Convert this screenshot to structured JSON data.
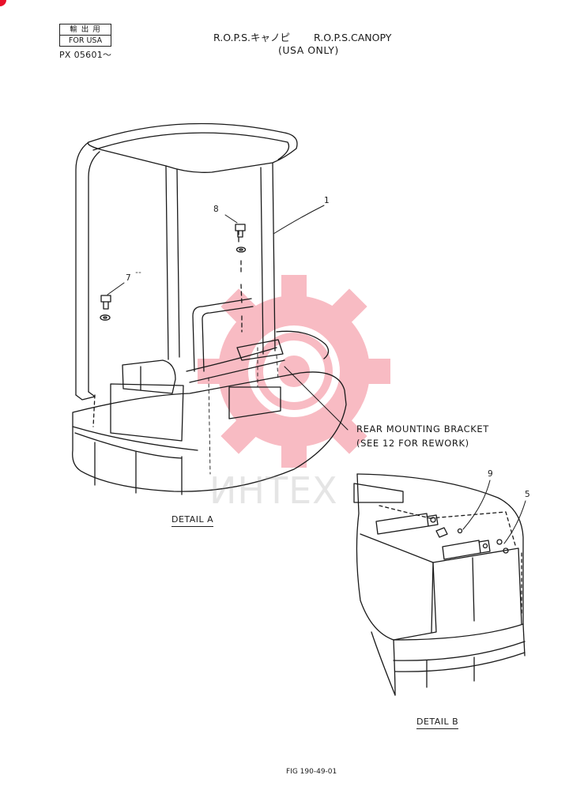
{
  "header": {
    "stamp_jp": "輸出用",
    "stamp_en": "FOR USA",
    "serial": "PX 05601～",
    "title_jp": "R.O.P.S.キャノピ",
    "title_en": "R.O.P.S.CANOPY",
    "subtitle": "(USA  ONLY)"
  },
  "callouts": {
    "c1": "1",
    "c5": "5",
    "c7": "7",
    "c8": "8",
    "c9": "9"
  },
  "note": {
    "line1": "REAR MOUNTING BRACKET",
    "line2": "(SEE 12 FOR REWORK)"
  },
  "details": {
    "a": "DETAIL A",
    "b": "DETAIL B"
  },
  "footer": {
    "figure": "FIG  190-49-01"
  },
  "watermark": {
    "text": "ИНТЕХ",
    "color": "#e8102a"
  }
}
